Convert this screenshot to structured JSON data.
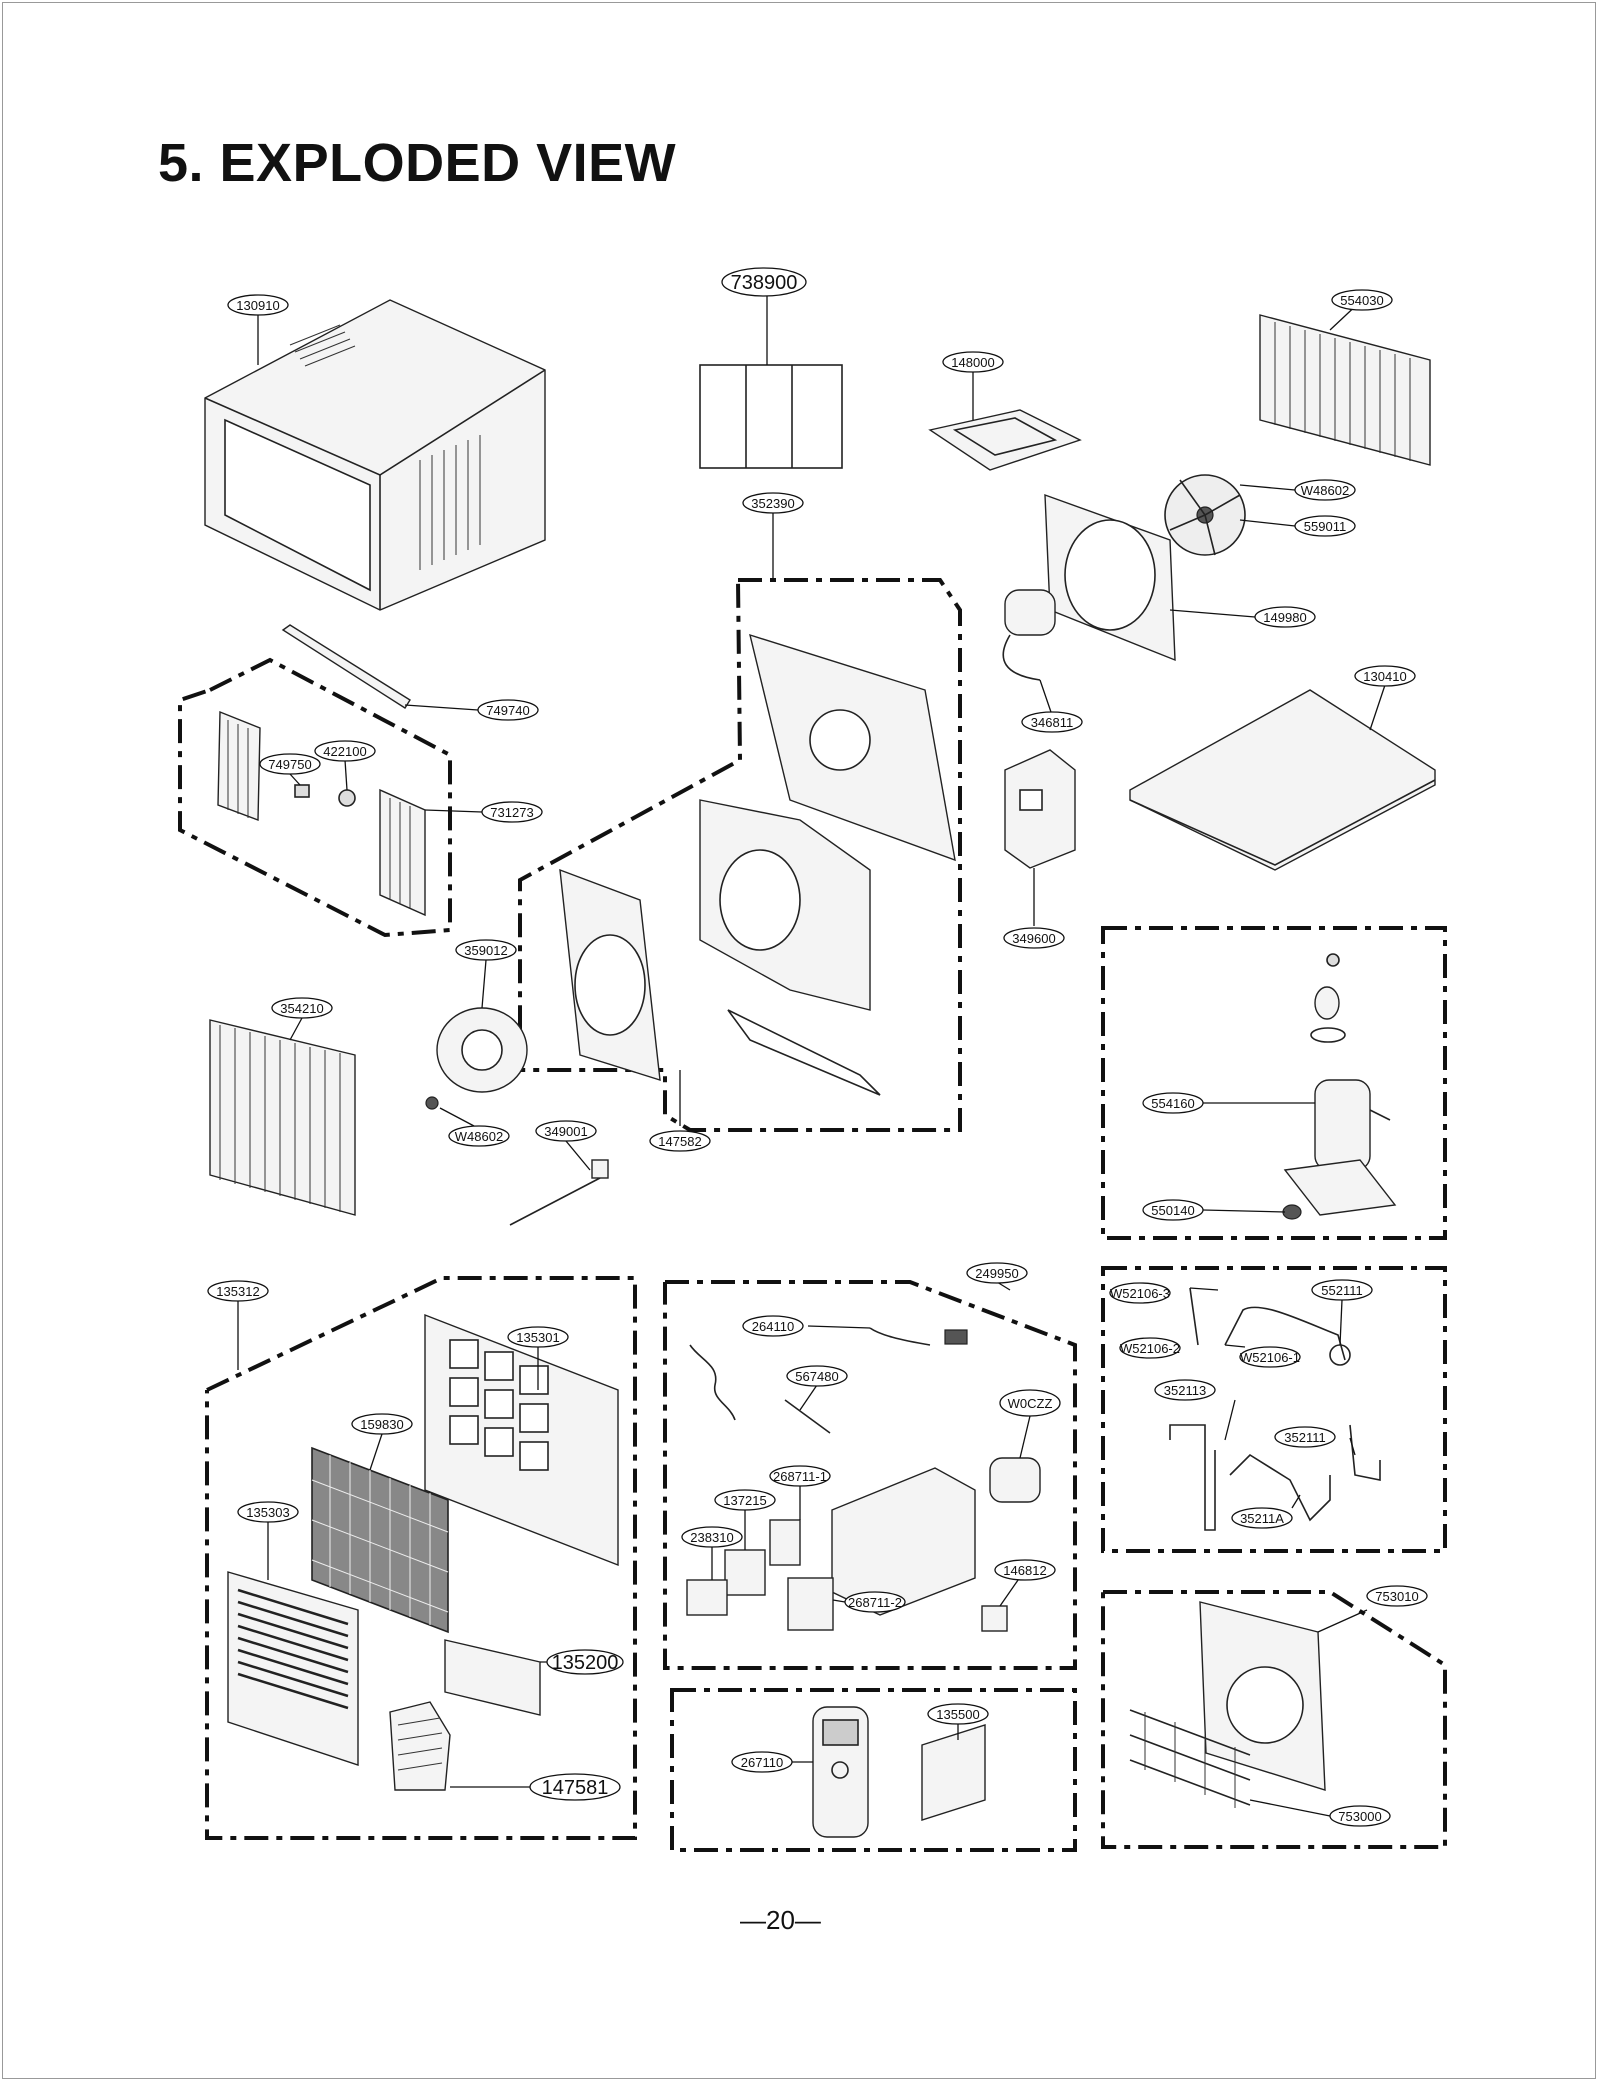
{
  "page": {
    "title": "5. EXPLODED VIEW",
    "page_number": "—20—"
  },
  "parts": {
    "p130910": "130910",
    "p738900": "738900",
    "p148000": "148000",
    "p554030": "554030",
    "p352390": "352390",
    "pW48602a": "W48602",
    "p559011": "559011",
    "p149980": "149980",
    "p749740": "749740",
    "p422100": "422100",
    "p749750": "749750",
    "p731273": "731273",
    "p346811": "346811",
    "p130410": "130410",
    "p349600": "349600",
    "p359012": "359012",
    "p354210": "354210",
    "pW48602b": "W48602",
    "p349001": "349001",
    "p147582": "147582",
    "p554160": "554160",
    "p550140": "550140",
    "p135312": "135312",
    "p135301": "135301",
    "p159830": "159830",
    "p135303": "135303",
    "p135200": "135200",
    "p147581": "147581",
    "p249950": "249950",
    "p264110": "264110",
    "p567480": "567480",
    "pW0CZZ": "W0CZZ",
    "p268711_1": "268711-1",
    "p137215": "137215",
    "p238310": "238310",
    "p146812": "146812",
    "p268711_2": "268711-2",
    "pW52106_3": "W52106-3",
    "p552111a": "552111",
    "pW52106_2": "W52106-2",
    "pW52106_1": "W52106-1",
    "p352113": "352113",
    "p352111": "352111",
    "p35211A": "35211A",
    "p267110": "267110",
    "p135500": "135500",
    "p753010": "753010",
    "p753000": "753000"
  }
}
